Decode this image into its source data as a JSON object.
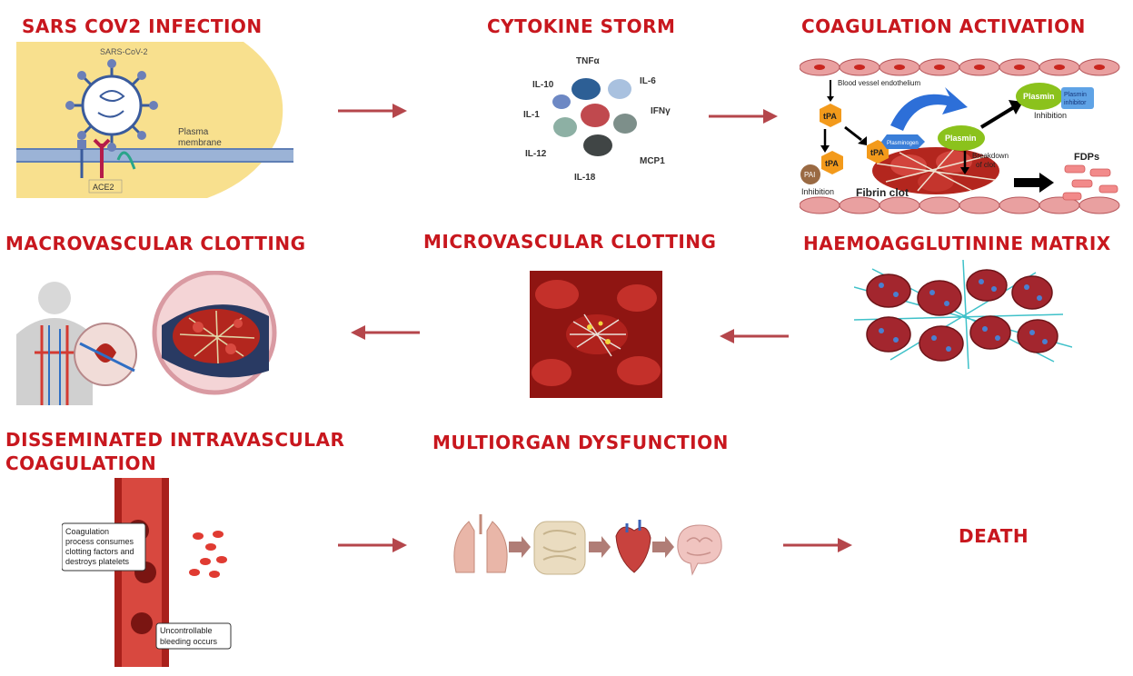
{
  "steps": {
    "s1": {
      "title": "SARS COV2 INFECTION",
      "virus_label": "SARS-CoV-2",
      "membrane_label": "Plasma\nmembrane",
      "membrane_line1": "Plasma",
      "membrane_line2": "membrane",
      "receptor_label": "ACE2"
    },
    "s2": {
      "title": "CYTOKINE STORM",
      "cytokines": [
        "TNFα",
        "IL-10",
        "IL-6",
        "IL-1",
        "IFNγ",
        "IL-12",
        "MCP1",
        "IL-18"
      ]
    },
    "s3": {
      "title": "COAGULATION ACTIVATION",
      "labels": {
        "endothelium": "Blood vessel endothelium",
        "tpa": "tPA",
        "pai": "PAI",
        "inhibition": "Inhibition",
        "plasminogen": "Plasminogen",
        "plasmin": "Plasmin",
        "plasmin_inhibitor_1": "Plasmin",
        "plasmin_inhibitor_2": "inhibitor",
        "breakdown_1": "Breakdown",
        "breakdown_2": "of clot",
        "fibrin_clot": "Fibrin clot",
        "fdps": "FDPs"
      }
    },
    "s4": {
      "title": "HAEMOAGGLUTININE MATRIX"
    },
    "s5": {
      "title": "MICROVASCULAR CLOTTING"
    },
    "s6": {
      "title": "MACROVASCULAR CLOTTING"
    },
    "s7": {
      "title_line1": "DISSEMINATED INTRAVASCULAR",
      "title_line2": "COAGULATION",
      "callout1": [
        "Coagulation",
        "process consumes",
        "clotting factors and",
        "destroys platelets"
      ],
      "callout2": [
        "Uncontrollable",
        "bleeding occurs"
      ]
    },
    "s8": {
      "title": "MULTIORGAN DYSFUNCTION"
    },
    "s9": {
      "title": "DEATH"
    }
  },
  "colors": {
    "title": "#c8171e",
    "arrow": "#b5464b",
    "blood": "#b3261e",
    "yellow_bg": "#f8e08e"
  }
}
